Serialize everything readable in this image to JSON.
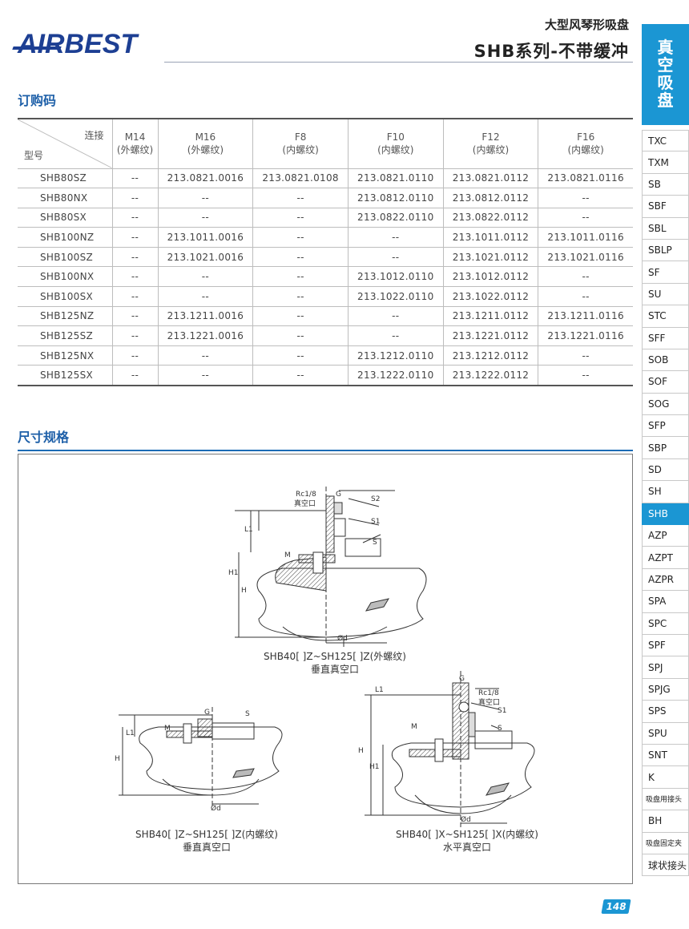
{
  "header": {
    "brand": "AIRBEST",
    "title_cn": "大型风琴形吸盘",
    "title_main": "SHB系列-不带缓冲"
  },
  "side_banner": "真空吸盘",
  "side_nav": [
    {
      "label": "TXC",
      "active": false
    },
    {
      "label": "TXM",
      "active": false
    },
    {
      "label": "SB",
      "active": false
    },
    {
      "label": "SBF",
      "active": false
    },
    {
      "label": "SBL",
      "active": false
    },
    {
      "label": "SBLP",
      "active": false
    },
    {
      "label": "SF",
      "active": false
    },
    {
      "label": "SU",
      "active": false
    },
    {
      "label": "STC",
      "active": false
    },
    {
      "label": "SFF",
      "active": false
    },
    {
      "label": "SOB",
      "active": false
    },
    {
      "label": "SOF",
      "active": false
    },
    {
      "label": "SOG",
      "active": false
    },
    {
      "label": "SFP",
      "active": false
    },
    {
      "label": "SBP",
      "active": false
    },
    {
      "label": "SD",
      "active": false
    },
    {
      "label": "SH",
      "active": false
    },
    {
      "label": "SHB",
      "active": true
    },
    {
      "label": "AZP",
      "active": false
    },
    {
      "label": "AZPT",
      "active": false
    },
    {
      "label": "AZPR",
      "active": false
    },
    {
      "label": "SPA",
      "active": false
    },
    {
      "label": "SPC",
      "active": false
    },
    {
      "label": "SPF",
      "active": false
    },
    {
      "label": "SPJ",
      "active": false
    },
    {
      "label": "SPJG",
      "active": false
    },
    {
      "label": "SPS",
      "active": false
    },
    {
      "label": "SPU",
      "active": false
    },
    {
      "label": "SNT",
      "active": false
    },
    {
      "label": "K",
      "active": false
    },
    {
      "label": "吸盘用接头",
      "active": false
    },
    {
      "label": "BH",
      "active": false
    },
    {
      "label": "吸盘固定夹",
      "active": false
    },
    {
      "label": "球状接头",
      "active": false
    }
  ],
  "order_section": {
    "title": "订购码",
    "corner_top": "连接",
    "corner_bottom": "型号",
    "columns": [
      {
        "name": "M14",
        "sub": "(外螺纹)"
      },
      {
        "name": "M16",
        "sub": "(外螺纹)"
      },
      {
        "name": "F8",
        "sub": "(内螺纹)"
      },
      {
        "name": "F10",
        "sub": "(内螺纹)"
      },
      {
        "name": "F12",
        "sub": "(内螺纹)"
      },
      {
        "name": "F16",
        "sub": "(内螺纹)"
      }
    ],
    "rows": [
      {
        "model": "SHB80SZ",
        "cells": [
          "--",
          "213.0821.0016",
          "213.0821.0108",
          "213.0821.0110",
          "213.0821.0112",
          "213.0821.0116"
        ]
      },
      {
        "model": "SHB80NX",
        "cells": [
          "--",
          "--",
          "--",
          "213.0812.0110",
          "213.0812.0112",
          "--"
        ]
      },
      {
        "model": "SHB80SX",
        "cells": [
          "--",
          "--",
          "--",
          "213.0822.0110",
          "213.0822.0112",
          "--"
        ]
      },
      {
        "model": "SHB100NZ",
        "cells": [
          "--",
          "213.1011.0016",
          "--",
          "--",
          "213.1011.0112",
          "213.1011.0116"
        ]
      },
      {
        "model": "SHB100SZ",
        "cells": [
          "--",
          "213.1021.0016",
          "--",
          "--",
          "213.1021.0112",
          "213.1021.0116"
        ]
      },
      {
        "model": "SHB100NX",
        "cells": [
          "--",
          "--",
          "--",
          "213.1012.0110",
          "213.1012.0112",
          "--"
        ]
      },
      {
        "model": "SHB100SX",
        "cells": [
          "--",
          "--",
          "--",
          "213.1022.0110",
          "213.1022.0112",
          "--"
        ]
      },
      {
        "model": "SHB125NZ",
        "cells": [
          "--",
          "213.1211.0016",
          "--",
          "--",
          "213.1211.0112",
          "213.1211.0116"
        ]
      },
      {
        "model": "SHB125SZ",
        "cells": [
          "--",
          "213.1221.0016",
          "--",
          "--",
          "213.1221.0112",
          "213.1221.0116"
        ]
      },
      {
        "model": "SHB125NX",
        "cells": [
          "--",
          "--",
          "--",
          "213.1212.0110",
          "213.1212.0112",
          "--"
        ]
      },
      {
        "model": "SHB125SX",
        "cells": [
          "--",
          "--",
          "--",
          "213.1222.0110",
          "213.1222.0112",
          "--"
        ]
      }
    ]
  },
  "dimension_section": {
    "title": "尺寸规格",
    "drawings": [
      {
        "caption_line1": "SHB40[ ]Z~SH125[ ]Z(外螺纹)",
        "caption_line2": "垂直真空口"
      },
      {
        "caption_line1": "SHB40[ ]Z~SH125[ ]Z(内螺纹)",
        "caption_line2": "垂直真空口"
      },
      {
        "caption_line1": "SHB40[ ]X~SH125[ ]X(内螺纹)",
        "caption_line2": "水平真空口"
      }
    ],
    "labels": {
      "rc": "Rc1/8",
      "port": "真空口",
      "g": "G",
      "s": "S",
      "s1": "S1",
      "s2": "S2",
      "m": "M",
      "h": "H",
      "h1": "H1",
      "l1": "L1",
      "d": "Ød"
    }
  },
  "page_number": "148"
}
